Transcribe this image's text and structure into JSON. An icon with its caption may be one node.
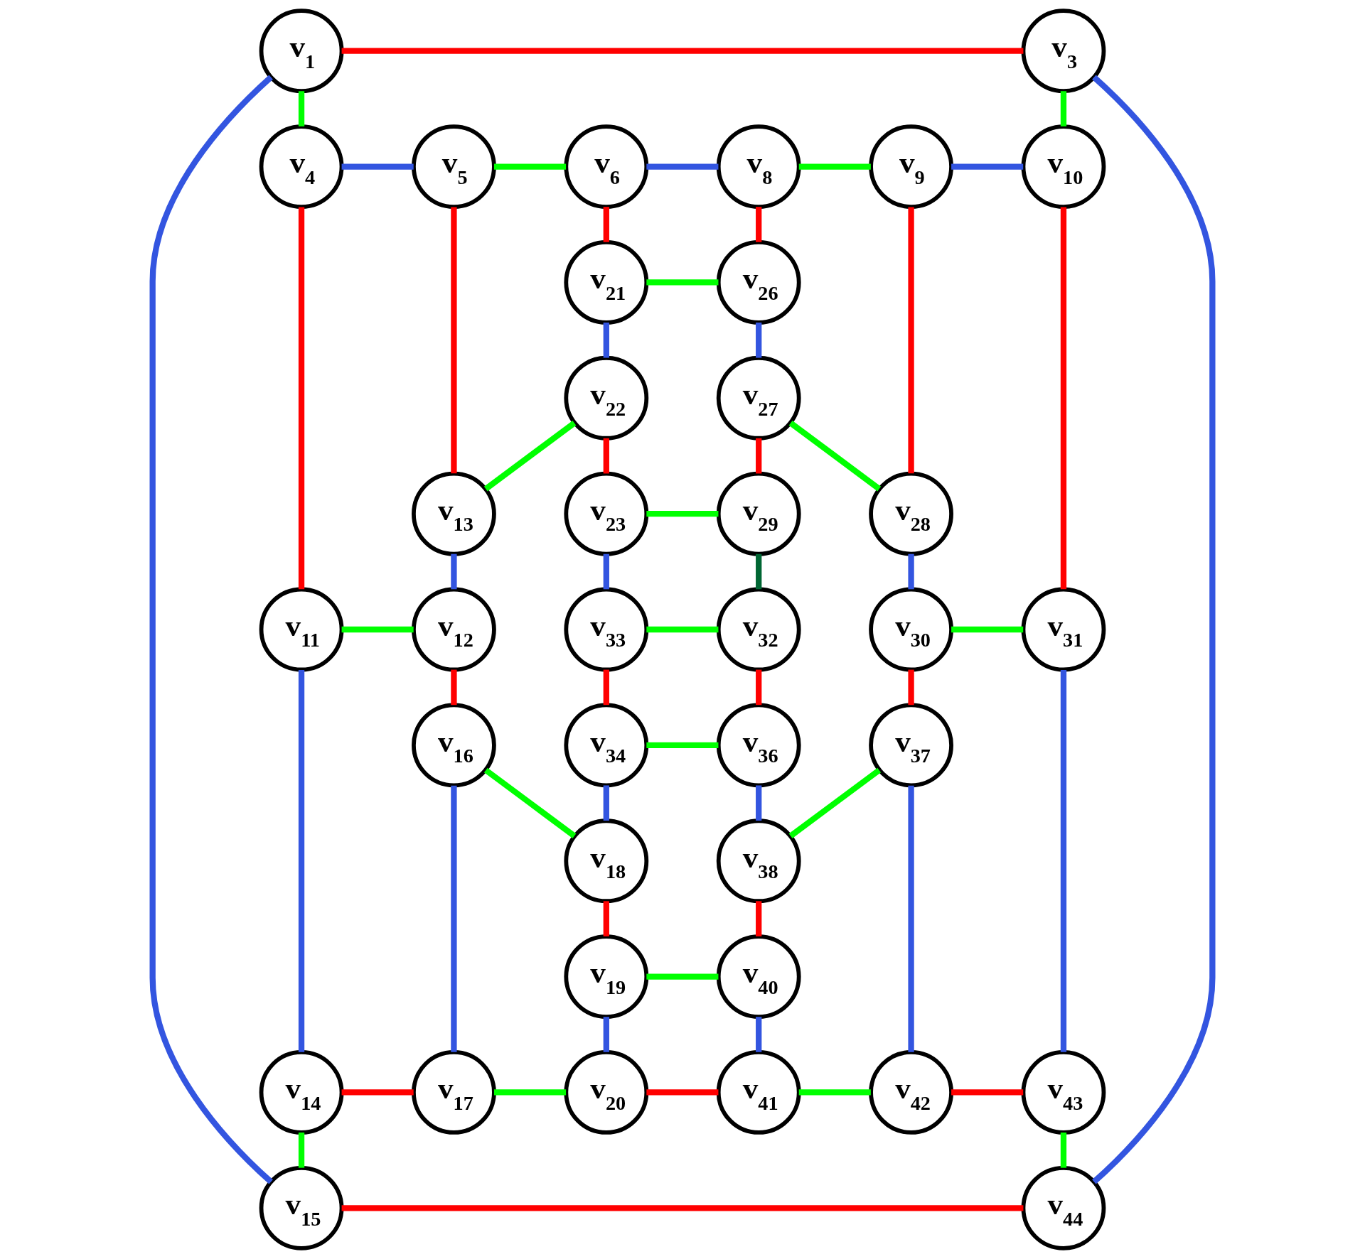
{
  "diagram": {
    "nodes": [
      {
        "text": [
          "v$_{1}$"
        ]
      },
      {
        "text": [
          "v$_{3}$"
        ]
      },
      {
        "text": [
          "v$_{4}$"
        ]
      },
      {
        "text": [
          "v$_{5}$"
        ]
      },
      {
        "text": [
          "v$_{6}$"
        ]
      },
      {
        "text": [
          "v$_{8}$"
        ]
      },
      {
        "text": [
          "v$_{9}$"
        ]
      },
      {
        "text": [
          "v$_{10}$"
        ]
      },
      {
        "text": [
          "v$_{21}$"
        ]
      },
      {
        "text": [
          "v$_{26}$"
        ]
      },
      {
        "text": [
          "v$_{22}$"
        ]
      },
      {
        "text": [
          "v$_{27}$"
        ]
      },
      {
        "text": [
          "v$_{13}$"
        ]
      },
      {
        "text": [
          "v$_{28}$"
        ]
      },
      {
        "text": [
          "v$_{23}$"
        ]
      },
      {
        "text": [
          "v$_{29}$"
        ]
      },
      {
        "text": [
          "v$_{11}$"
        ]
      },
      {
        "text": [
          "v$_{12}$"
        ]
      },
      {
        "text": [
          "v$_{33}$"
        ]
      },
      {
        "text": [
          "v$_{32}$"
        ]
      },
      {
        "text": [
          "v$_{30}$"
        ]
      },
      {
        "text": [
          "v$_{31}$"
        ]
      },
      {
        "text": [
          "v$_{34}$"
        ]
      },
      {
        "text": [
          "v$_{36}$"
        ]
      },
      {
        "text": [
          "v$_{37}$"
        ]
      },
      {
        "text": [
          "v$_{16}$"
        ]
      },
      {
        "text": [
          "v$_{38}$"
        ]
      },
      {
        "text": [
          "v$_{18}$"
        ]
      },
      {
        "text": [
          "v$_{19}$"
        ]
      },
      {
        "text": [
          "v$_{40}$"
        ]
      },
      {
        "text": [
          "v$_{14}$"
        ]
      },
      {
        "text": [
          "v$_{17}$"
        ]
      },
      {
        "text": [
          "v$_{20}$"
        ]
      },
      {
        "text": [
          "v$_{41}$"
        ]
      },
      {
        "text": [
          "v$_{42}$"
        ]
      },
      {
        "text": [
          "v$_{43}$"
        ]
      },
      {
        "text": [
          "v$_{15}$"
        ]
      },
      {
        "text": [
          "v$_{44}$"
        ]
      }
    ],
    "edges": [
      {
        "from": 0,
        "to": 1,
        "arrow": "none",
        "color": "#ff0000"
      },
      {
        "from": 0,
        "to": 36,
        "arrow": "none",
        "color": "#3355e0"
      },
      {
        "from": 0,
        "to": 2,
        "arrow": "none",
        "color": "#00ff00"
      },
      {
        "from": 1,
        "to": 7,
        "arrow": "none",
        "color": "#00ff00"
      },
      {
        "from": 1,
        "to": 37,
        "arrow": "none",
        "color": "#3355e0"
      },
      {
        "from": 2,
        "to": 3,
        "arrow": "none",
        "color": "#3355e0"
      },
      {
        "from": 2,
        "to": 16,
        "arrow": "none",
        "color": "#ff0000"
      },
      {
        "from": 3,
        "to": 4,
        "arrow": "none",
        "color": "#00ff00"
      },
      {
        "from": 3,
        "to": 12,
        "arrow": "none",
        "color": "#ff0000"
      },
      {
        "from": 4,
        "to": 5,
        "arrow": "none",
        "color": "#3355e0"
      },
      {
        "from": 4,
        "to": 8,
        "arrow": "none",
        "color": "#ff0000"
      },
      {
        "from": 5,
        "to": 6,
        "arrow": "none",
        "color": "#00ff00"
      },
      {
        "from": 5,
        "to": 9,
        "arrow": "none",
        "color": "#ff0000"
      },
      {
        "from": 6,
        "to": 7,
        "arrow": "none",
        "color": "#3355e0"
      },
      {
        "from": 6,
        "to": 13,
        "arrow": "none",
        "color": "#ff0000"
      },
      {
        "from": 7,
        "to": 21,
        "arrow": "none",
        "color": "#ff0000"
      },
      {
        "from": 8,
        "to": 9,
        "arrow": "none",
        "color": "#00ff00"
      },
      {
        "from": 8,
        "to": 10,
        "arrow": "none",
        "color": "#3355e0"
      },
      {
        "from": 9,
        "to": 11,
        "arrow": "none",
        "color": "#3355e0"
      },
      {
        "from": 10,
        "to": 12,
        "arrow": "none",
        "color": "#00ff00"
      },
      {
        "from": 10,
        "to": 14,
        "arrow": "none",
        "color": "#ff0000"
      },
      {
        "from": 11,
        "to": 13,
        "arrow": "none",
        "color": "#00ff00"
      },
      {
        "from": 11,
        "to": 15,
        "arrow": "none",
        "color": "#ff0000"
      },
      {
        "from": 12,
        "to": 17,
        "arrow": "none",
        "color": "#3355e0"
      },
      {
        "from": 13,
        "to": 20,
        "arrow": "none",
        "color": "#3355e0"
      },
      {
        "from": 14,
        "to": 15,
        "arrow": "none",
        "color": "#00ff00"
      },
      {
        "from": 14,
        "to": 18,
        "arrow": "none",
        "color": "#3355e0"
      },
      {
        "from": 15,
        "to": 19,
        "arrow": "none",
        "color": "#006633"
      },
      {
        "from": 16,
        "to": 17,
        "arrow": "none",
        "color": "#00ff00"
      },
      {
        "from": 16,
        "to": 30,
        "arrow": "none",
        "color": "#3355e0"
      },
      {
        "from": 17,
        "to": 25,
        "arrow": "none",
        "color": "#ff0000"
      },
      {
        "from": 18,
        "to": 19,
        "arrow": "none",
        "color": "#00ff00"
      },
      {
        "from": 18,
        "to": 22,
        "arrow": "none",
        "color": "#ff0000"
      },
      {
        "from": 19,
        "to": 23,
        "arrow": "none",
        "color": "#ff0000"
      },
      {
        "from": 20,
        "to": 21,
        "arrow": "none",
        "color": "#00ff00"
      },
      {
        "from": 20,
        "to": 24,
        "arrow": "none",
        "color": "#ff0000"
      },
      {
        "from": 21,
        "to": 35,
        "arrow": "none",
        "color": "#3355e0"
      },
      {
        "from": 22,
        "to": 23,
        "arrow": "none",
        "color": "#00ff00"
      },
      {
        "from": 22,
        "to": 27,
        "arrow": "none",
        "color": "#3355e0"
      },
      {
        "from": 23,
        "to": 26,
        "arrow": "none",
        "color": "#3355e0"
      },
      {
        "from": 24,
        "to": 26,
        "arrow": "none",
        "color": "#00ff00"
      },
      {
        "from": 24,
        "to": 34,
        "arrow": "none",
        "color": "#3355e0"
      },
      {
        "from": 25,
        "to": 27,
        "arrow": "none",
        "color": "#00ff00"
      },
      {
        "from": 25,
        "to": 31,
        "arrow": "none",
        "color": "#3355e0"
      },
      {
        "from": 27,
        "to": 28,
        "arrow": "none",
        "color": "#ff0000"
      },
      {
        "from": 26,
        "to": 29,
        "arrow": "none",
        "color": "#ff0000"
      },
      {
        "from": 28,
        "to": 29,
        "arrow": "none",
        "color": "#00ff00"
      },
      {
        "from": 28,
        "to": 32,
        "arrow": "none",
        "color": "#3355e0"
      },
      {
        "from": 29,
        "to": 33,
        "arrow": "none",
        "color": "#3355e0"
      },
      {
        "from": 30,
        "to": 36,
        "arrow": "none",
        "color": "#00ff00"
      },
      {
        "from": 30,
        "to": 31,
        "arrow": "none",
        "color": "#ff0000"
      },
      {
        "from": 31,
        "to": 32,
        "arrow": "none",
        "color": "#00ff00"
      },
      {
        "from": 32,
        "to": 33,
        "arrow": "none",
        "color": "#ff0000"
      },
      {
        "from": 33,
        "to": 34,
        "arrow": "none",
        "color": "#00ff00"
      },
      {
        "from": 34,
        "to": 35,
        "arrow": "none",
        "color": "#ff0000"
      },
      {
        "from": 35,
        "to": 37,
        "arrow": "none",
        "color": "#00ff00"
      },
      {
        "from": 36,
        "to": 37,
        "arrow": "none",
        "color": "#ff0000"
      }
    ]
  }
}
